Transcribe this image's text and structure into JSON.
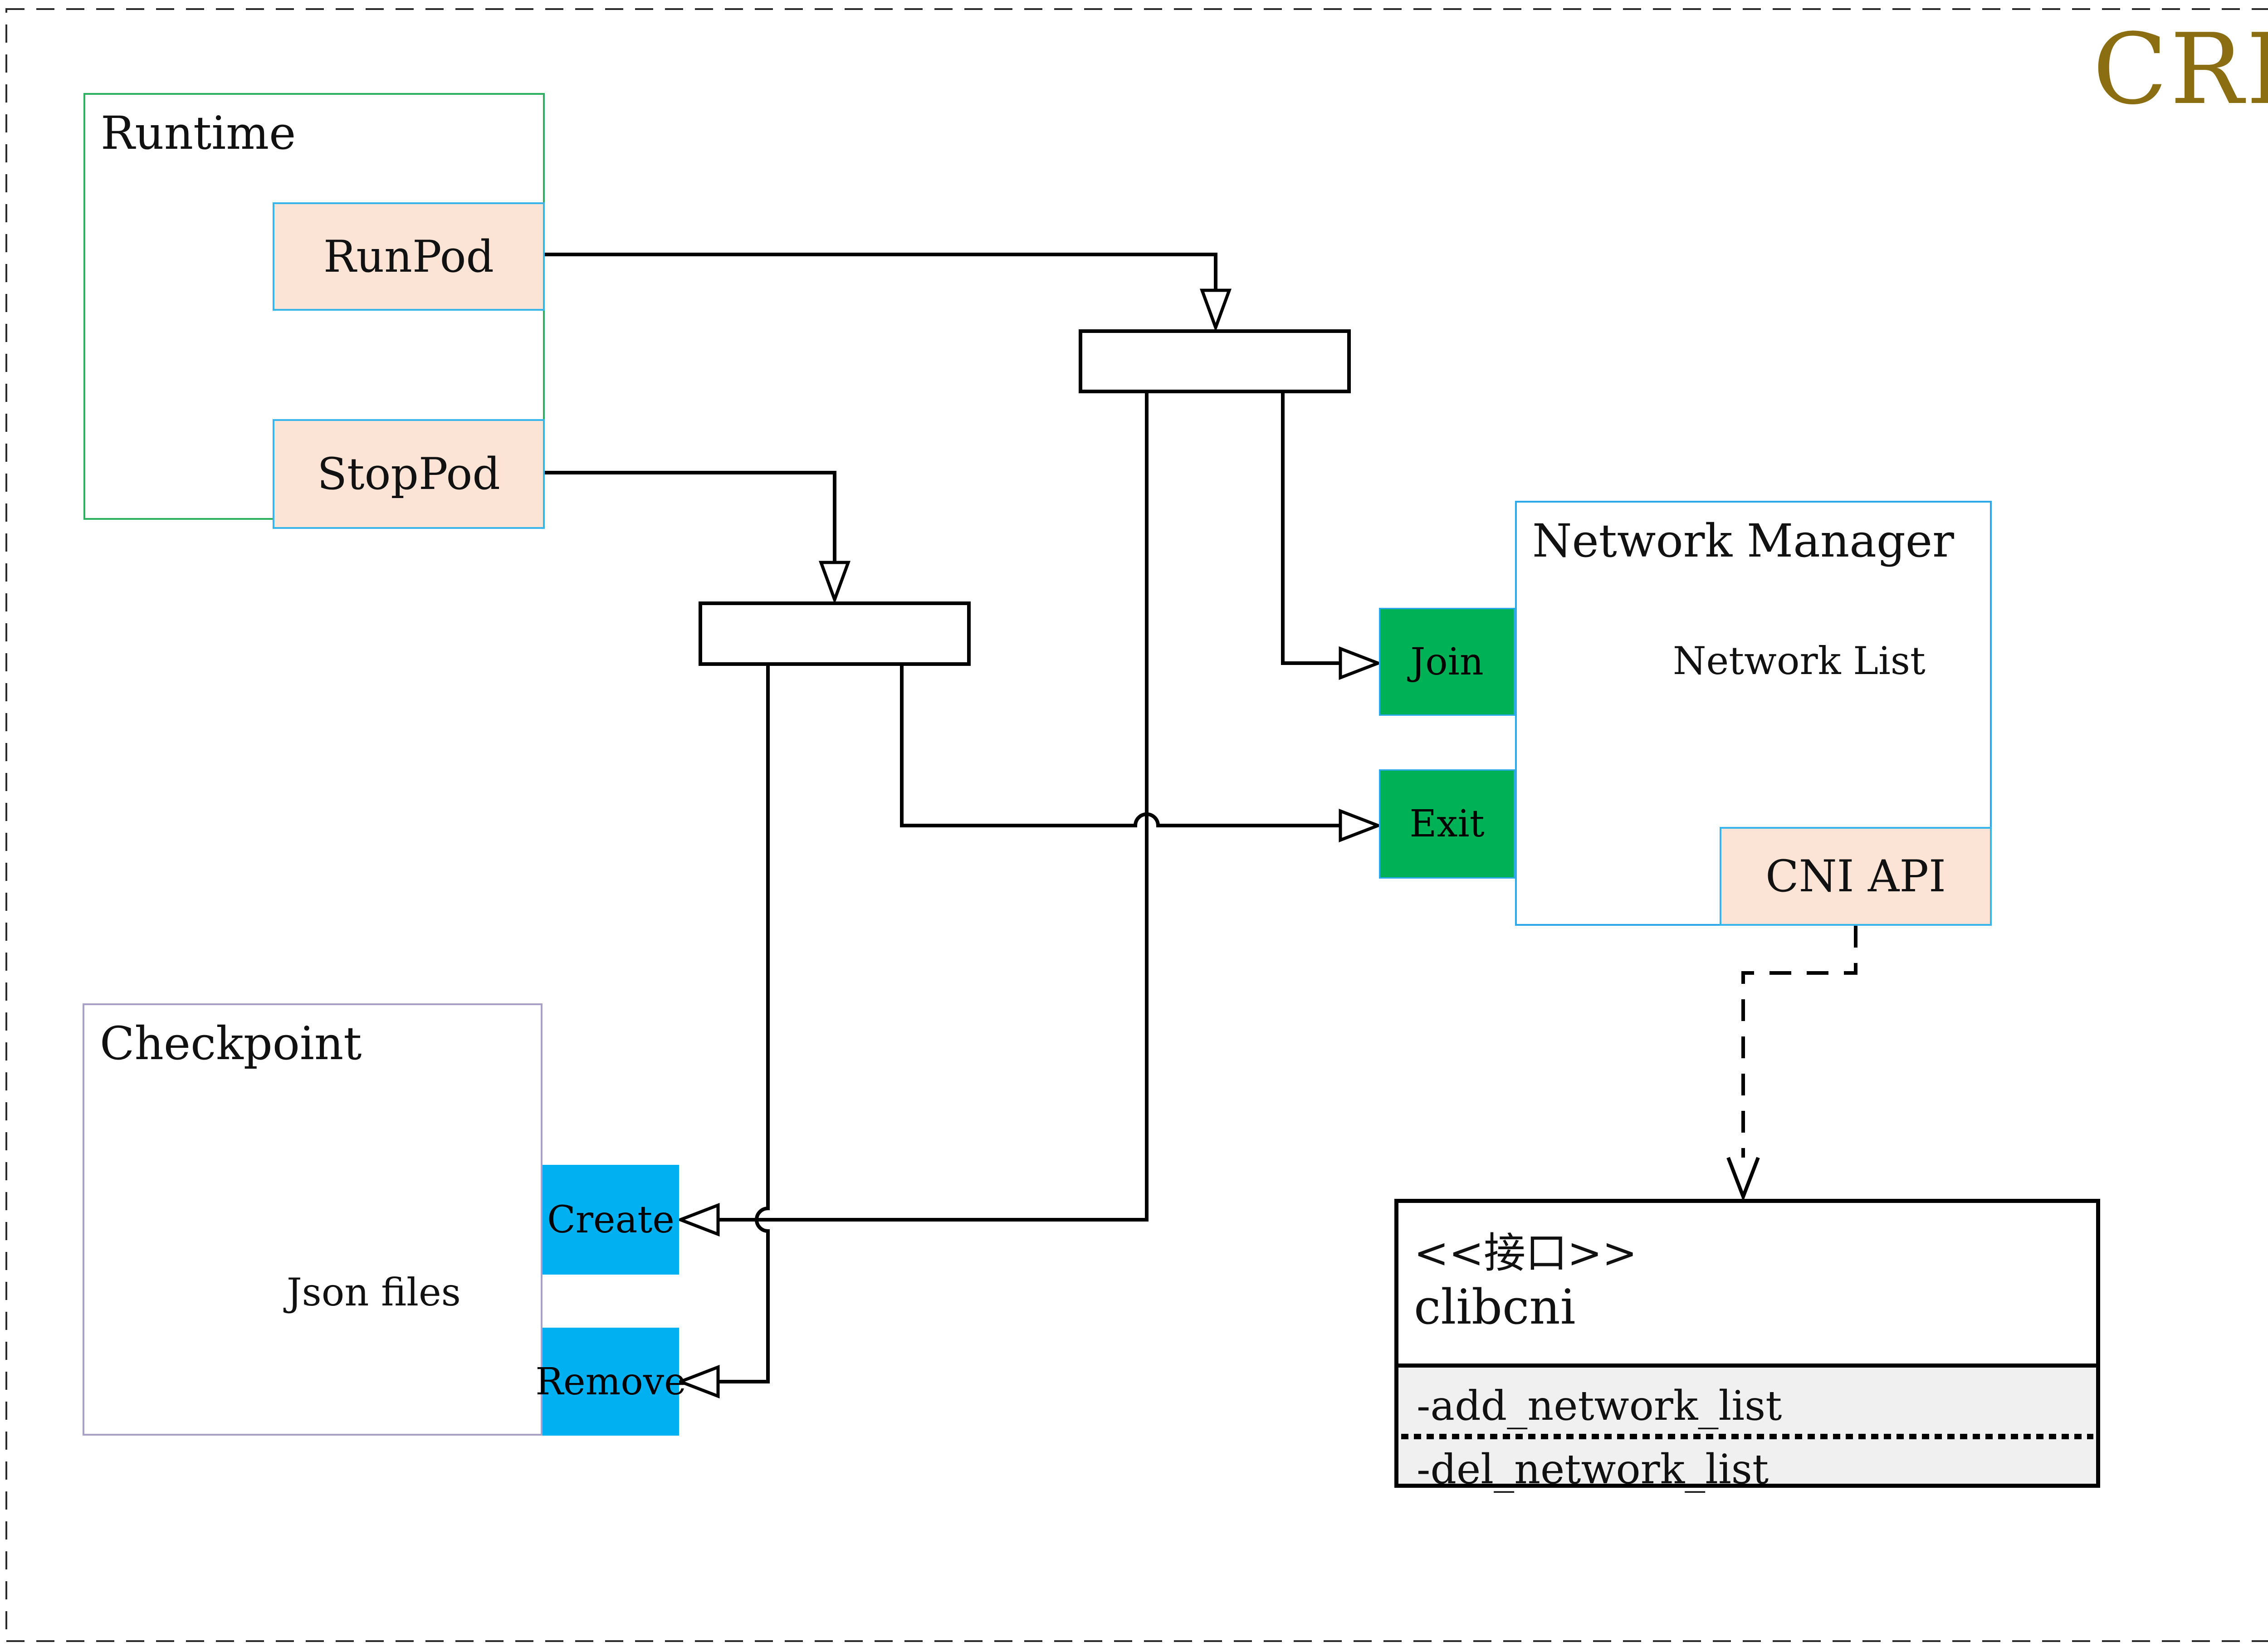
{
  "page": {
    "badge": "CRI"
  },
  "runtime": {
    "title": "Runtime",
    "run_pod": "RunPod",
    "stop_pod": "StopPod"
  },
  "network_manager": {
    "title": "Network Manager",
    "network_list": "Network List",
    "join": "Join",
    "exit": "Exit",
    "cni_api": "CNI API"
  },
  "checkpoint": {
    "title": "Checkpoint",
    "json_files": "Json files",
    "create": "Create",
    "remove": "Remove"
  },
  "clibcni": {
    "stereotype": "<<接口>>",
    "name": "clibcni",
    "method_add": "-add_network_list",
    "method_del": "-del_network_list"
  },
  "colors": {
    "cri_gold": "#8a6e11",
    "green_fill": "#00b155",
    "cyan_fill": "#00b0f0",
    "peach_fill": "#fbe4d5",
    "blue_border": "#2da9e8",
    "runtime_border": "#2eb061",
    "checkpoint_border": "#a9a1c6",
    "cylinder_stroke": "#5a5a5a",
    "line_color": "#000000",
    "class_section_fill": "#f0f0f0"
  }
}
